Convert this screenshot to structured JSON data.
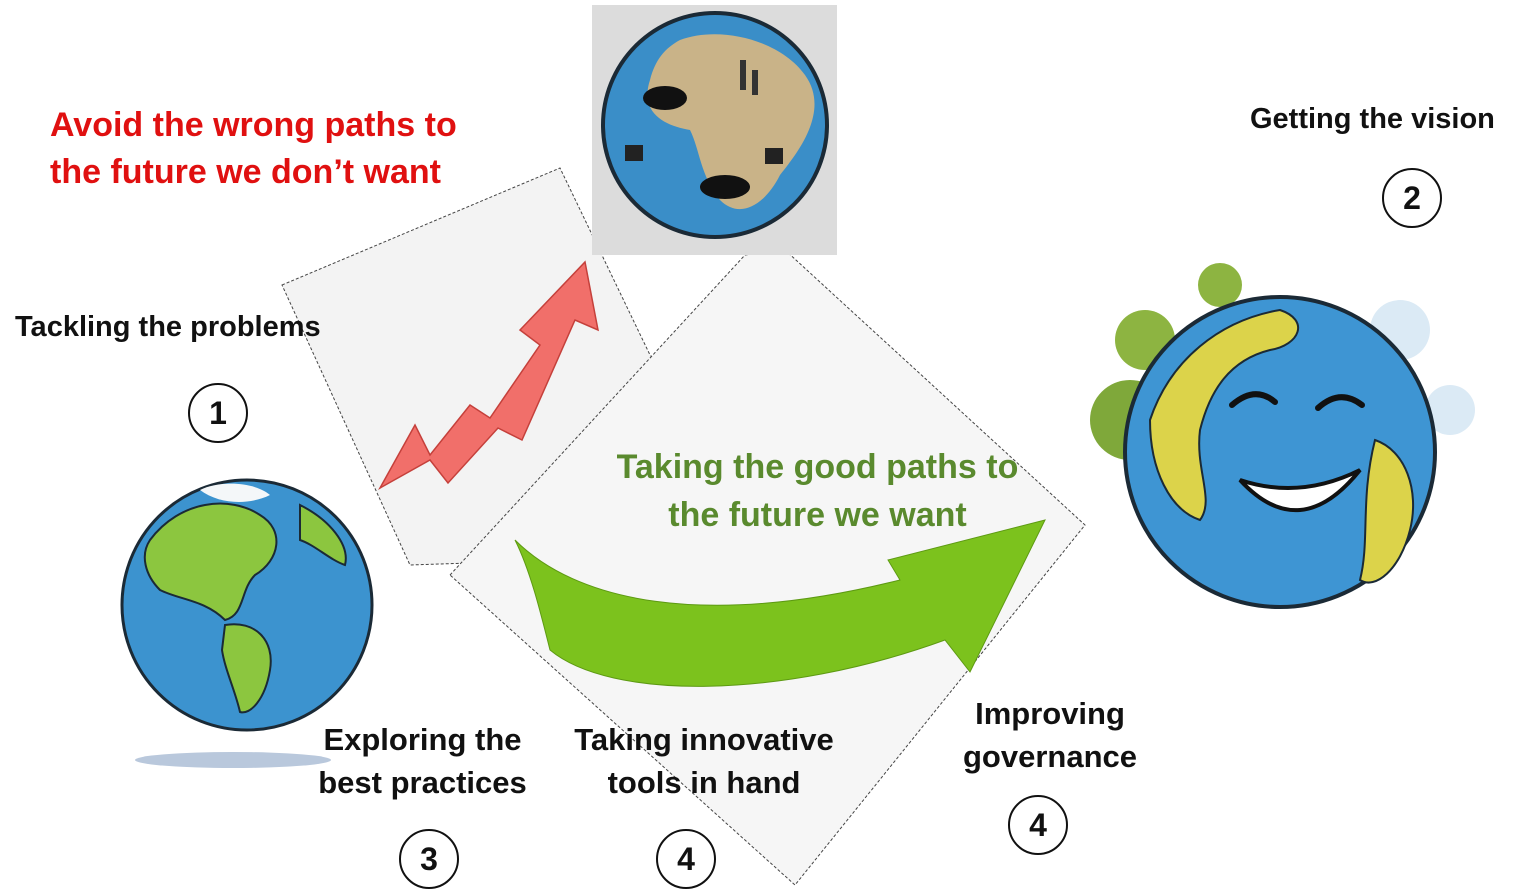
{
  "colors": {
    "warning_text": "#e01010",
    "good_text": "#5a8a2e",
    "red_arrow": "#f16f6a",
    "green_arrow": "#7cc21d",
    "ocean": "#3c93cf",
    "land": "#8cc63f"
  },
  "headlines": {
    "wrong_path": [
      "Avoid the wrong paths to",
      "the future we don’t want"
    ],
    "good_path": [
      "Taking the good paths to",
      "the  future we want"
    ]
  },
  "steps": [
    {
      "label": [
        "Tackling the problems"
      ],
      "number": "1"
    },
    {
      "label": [
        "Getting the vision"
      ],
      "number": "2"
    },
    {
      "label": [
        "Exploring the",
        "best practices"
      ],
      "number": "3"
    },
    {
      "label": [
        "Taking innovative",
        "tools in hand"
      ],
      "number": "4"
    },
    {
      "label": [
        "Improving",
        "governance"
      ],
      "number": "4"
    }
  ],
  "icons": [
    "polluted-earth-icon",
    "healthy-earth-icon",
    "smiling-earth-icon",
    "red-zigzag-arrow-icon",
    "green-curved-arrow-icon"
  ]
}
